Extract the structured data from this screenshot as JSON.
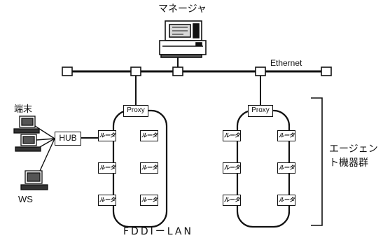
{
  "manager_label": "マネージャ",
  "ethernet_label": "Ethernet",
  "terminal_label": "端末",
  "ws_label": "WS",
  "hub_label": "HUB",
  "proxy_label": "Proxy",
  "router_label": "ルータ",
  "fddi_label": "FDDIーLAN",
  "agent_label_line1": "エージェン",
  "agent_label_line2": "ト機器群"
}
